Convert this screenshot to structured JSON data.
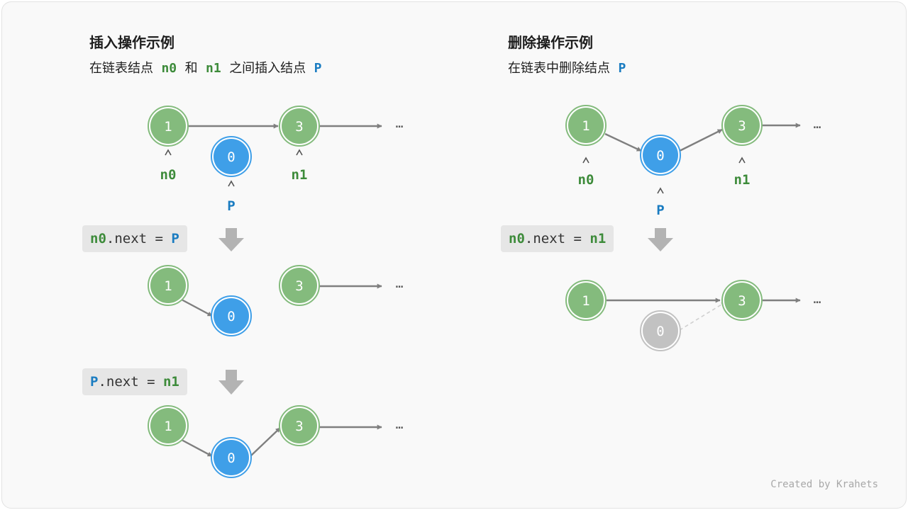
{
  "insert": {
    "title": "插入操作示例",
    "desc_prefix": "在链表结点",
    "desc_n0": "n0",
    "desc_and": "和",
    "desc_n1": "n1",
    "desc_mid": "之间插入结点",
    "desc_p": "P",
    "step1": {
      "lhs": "n0",
      "mid": ".next = ",
      "rhs": "P"
    },
    "step2": {
      "lhs": "P",
      "mid": ".next = ",
      "rhs": "n1"
    }
  },
  "delete": {
    "title": "删除操作示例",
    "desc_prefix": "在链表中删除结点",
    "desc_p": "P",
    "step1": {
      "lhs": "n0",
      "mid": ".next = ",
      "rhs": "n1"
    }
  },
  "labels": {
    "n0": "n0",
    "n1": "n1",
    "p": "P",
    "ellipsis": "…"
  },
  "node_values": {
    "first": "1",
    "inserted": "0",
    "third": "3"
  },
  "colors": {
    "green_node": "#84bb7d",
    "green_text": "#3d8b3a",
    "blue_node": "#3f9fe8",
    "blue_text": "#1a7cc1",
    "gray_node": "#c2c2c2",
    "arrow": "#7f7f7f"
  },
  "credit": "Created by Krahets"
}
